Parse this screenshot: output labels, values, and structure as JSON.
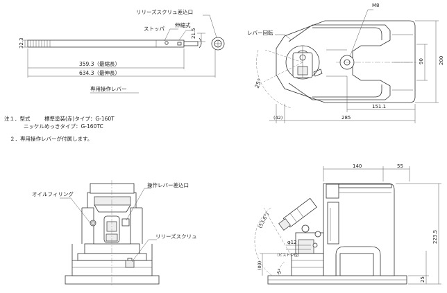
{
  "lever": {
    "release_screw_port": "リリーズスクリュ差込口",
    "stopper": "ストッパ",
    "telescopic": "伸縮式",
    "dim_height": "21.5",
    "dim_dia": "32.3",
    "dim_retracted": "359.3（最縮長）",
    "dim_extended": "634.3（最伸長）",
    "caption": "専用操作レバー"
  },
  "top_view": {
    "lever_rotation": "レバー回転",
    "thread": "M8",
    "angle": "25°",
    "dim_90": "90",
    "dim_200": "200",
    "dim_151": "151.1",
    "dim_42": "(42)",
    "dim_285": "285"
  },
  "notes": {
    "note1_prefix": "注１．型式",
    "note1_line1": "標準塗装(赤)タイプ：G-160T",
    "note1_line2": "ニッケルめっきタイプ：G-160TC",
    "note2": "２．専用操作レバーが付属します。"
  },
  "front_view": {
    "oil_filling": "オイルフィリング",
    "lever_port": "操作レバー差込口",
    "release_screw": "リリーズスクリュ"
  },
  "side_view": {
    "dim_140": "140",
    "dim_55": "55",
    "dim_223": "223.5",
    "dim_25": "25",
    "dim_53": "(53.6°)",
    "phi12": "φ12",
    "piston_dia": "（ピストン径）",
    "dim_09": "(09)",
    "angle_5": "5°"
  }
}
